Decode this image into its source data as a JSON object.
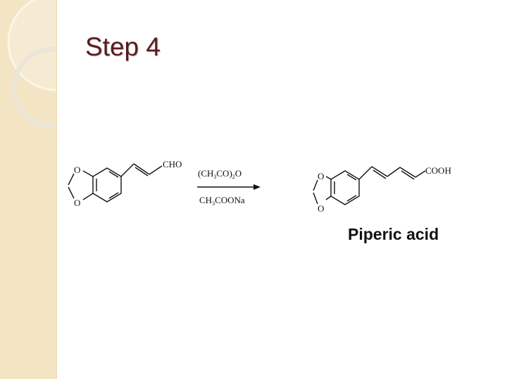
{
  "slide": {
    "title": "Step 4",
    "reactant_group": "CHO",
    "reagent_top": {
      "a": "(CH",
      "sub1": "3",
      "b": "CO)",
      "sub2": "2",
      "c": "O"
    },
    "reagent_bottom": {
      "a": "CH",
      "sub1": "3",
      "b": "COONa"
    },
    "product_group": "COOH",
    "product_name": "Piperic acid",
    "atom_o": "O"
  },
  "colors": {
    "sidebar": "#f3e5c3",
    "title": "#5b1a1c"
  }
}
